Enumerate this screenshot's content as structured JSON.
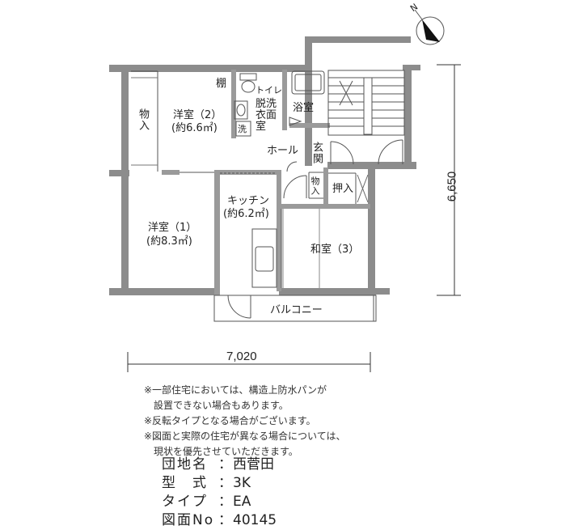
{
  "rooms": {
    "western2_name": "洋室（2）",
    "western2_area": "(約6.6㎡)",
    "western1_name": "洋室（1）",
    "western1_area": "(約8.3㎡)",
    "kitchen_name": "キッチン",
    "kitchen_area": "(約6.2㎡)",
    "japanese3": "和室（3）",
    "storage_left": "物入",
    "shelf": "棚",
    "toilet": "トイレ",
    "dressing": "脱洗衣面室",
    "bath": "浴室",
    "washer": "洗",
    "hall": "ホール",
    "entrance": "玄関",
    "storage_small": "物入",
    "closet": "押入",
    "balcony": "バルコニー"
  },
  "compass": {
    "north": "N"
  },
  "dimensions": {
    "width": "7,020",
    "height": "6,650"
  },
  "notes": [
    "※一部住宅においては、構造上防水パンが",
    "　設置できない場合もあります。",
    "※反転タイプとなる場合がございます。",
    "※図面と実際の住宅が異なる場合については、",
    "　現状を優先させていただきます。"
  ],
  "info": [
    {
      "key": "団地名",
      "value": "西菅田"
    },
    {
      "key": "型　式",
      "value": "3K"
    },
    {
      "key": "タイプ",
      "value": "EA"
    },
    {
      "key": "図面No",
      "value": "40145"
    }
  ],
  "colors": {
    "wall": "#8c8c8c",
    "line": "#555555",
    "text": "#222222"
  }
}
